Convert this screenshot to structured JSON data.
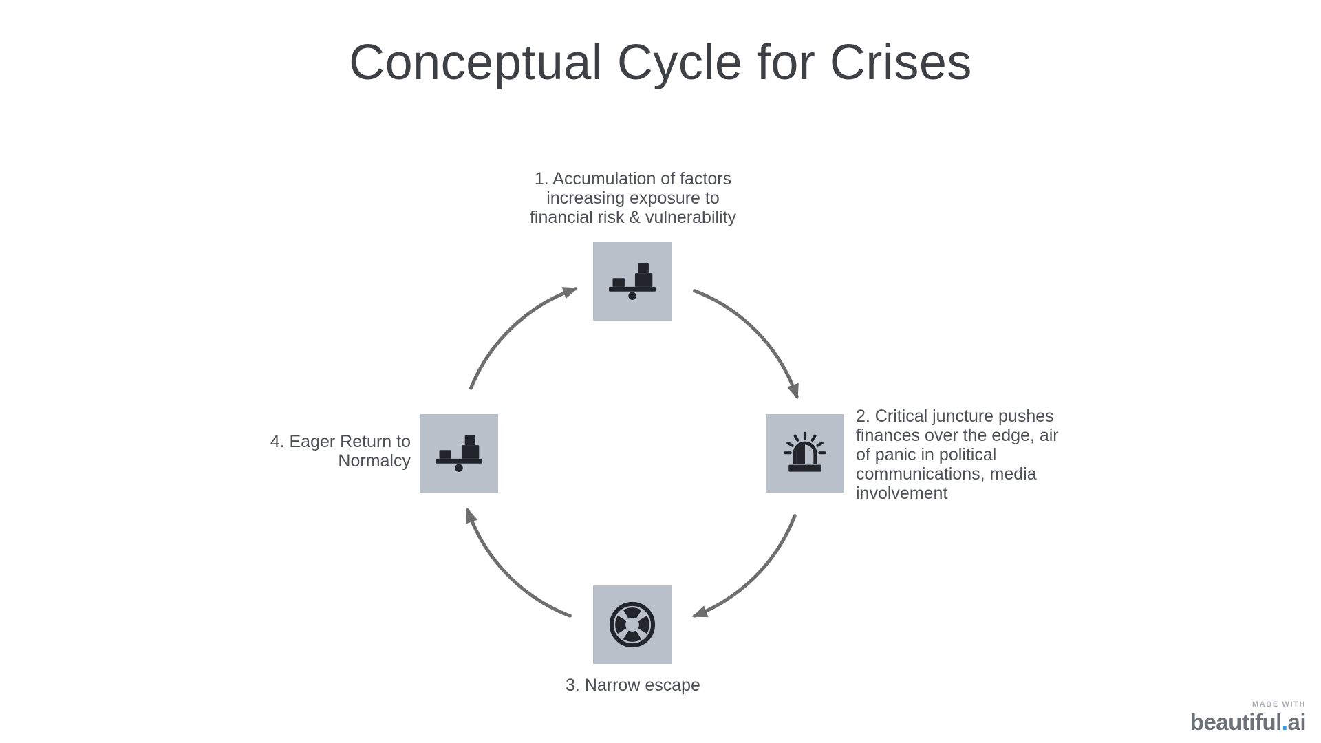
{
  "slide": {
    "title": "Conceptual Cycle for Crises"
  },
  "steps": [
    {
      "number": 1,
      "label": "1. Accumulation of factors\nincreasing exposure to\nfinancial risk & vulnerability",
      "icon": "balance-scale-icon",
      "position": "top"
    },
    {
      "number": 2,
      "label": "2. Critical juncture pushes\nfinances over the edge, air\nof panic in political\ncommunications, media\ninvolvement",
      "icon": "siren-icon",
      "position": "right"
    },
    {
      "number": 3,
      "label": "3. Narrow escape",
      "icon": "lifebuoy-icon",
      "position": "bottom"
    },
    {
      "number": 4,
      "label": "4. Eager Return to\nNormalcy",
      "icon": "balance-scale-icon",
      "position": "left"
    }
  ],
  "cycle": {
    "direction": "clockwise",
    "arrows": [
      "4-to-1",
      "1-to-2",
      "2-to-3",
      "3-to-4"
    ]
  },
  "branding": {
    "made_with": "MADE WITH",
    "brand_word": "beautiful",
    "brand_dot": ".",
    "brand_suffix": "ai"
  },
  "colors": {
    "background": "#ffffff",
    "title_text": "#3d4045",
    "body_text": "#4c4f54",
    "icon_box_fill": "#b9c0c9",
    "icon_glyph": "#22262c",
    "arrow": "#6e6e6e",
    "brand_gray": "#6d7278",
    "brand_accent_blue": "#2f9ef2",
    "made_with_gray": "#a9adb2"
  }
}
